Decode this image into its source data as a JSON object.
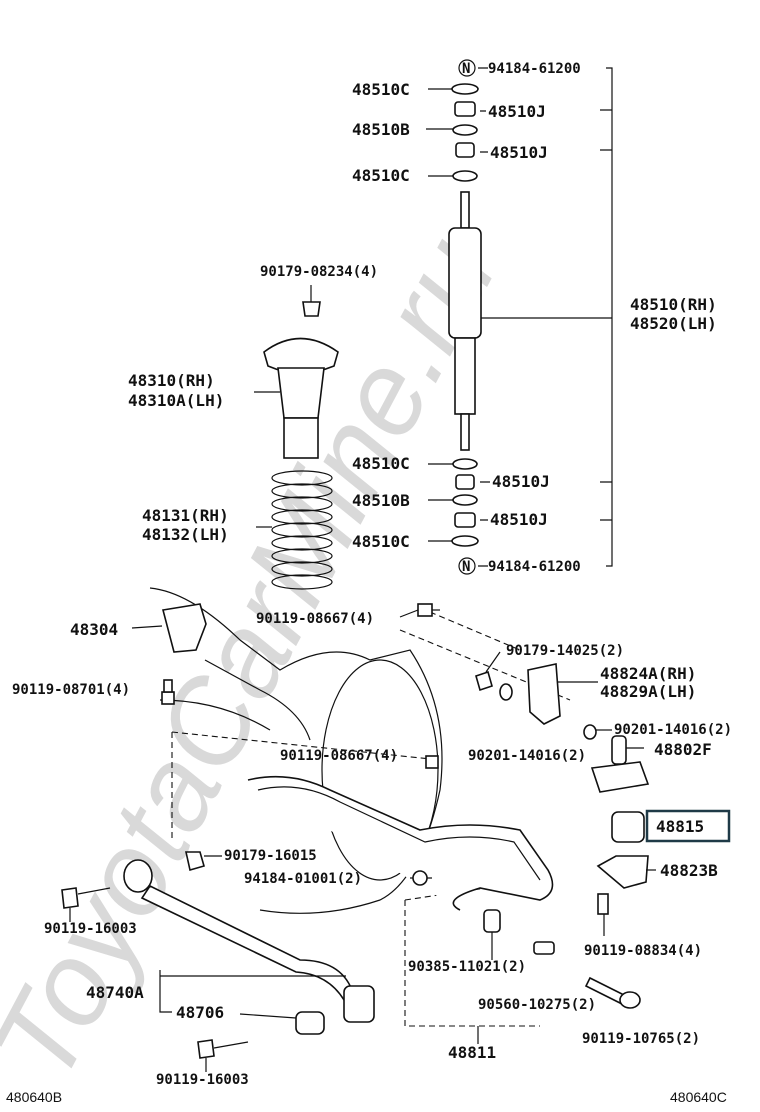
{
  "watermark": "ToyotaCarMine.ru",
  "corners": {
    "left": "480640B",
    "right": "480640C"
  },
  "labels": {
    "n_top": "N",
    "p94184_61200_top": "94184-61200",
    "p48510C_1": "48510C",
    "p48510J_1": "48510J",
    "p48510B_1": "48510B",
    "p48510J_2": "48510J",
    "p48510C_2": "48510C",
    "p90179_08234": "90179-08234(4)",
    "p48510_rh": "48510(RH)",
    "p48520_lh": "48520(LH)",
    "p48310_rh": "48310(RH)",
    "p48310A_lh": "48310A(LH)",
    "p48510C_3": "48510C",
    "p48510J_3": "48510J",
    "p48510B_2": "48510B",
    "p48131_rh": "48131(RH)",
    "p48132_lh": "48132(LH)",
    "p48510J_4": "48510J",
    "p48510C_4": "48510C",
    "n_bottom": "N",
    "p94184_61200_bottom": "94184-61200",
    "p48304": "48304",
    "p90119_08667_a": "90119-08667(4)",
    "p90179_14025": "90179-14025(2)",
    "p48824A_rh": "48824A(RH)",
    "p48829A_lh": "48829A(LH)",
    "p90119_08701": "90119-08701(4)",
    "p90201_14016_r": "90201-14016(2)",
    "p90119_08667_b": "90119-08667(4)",
    "p90201_14016_l": "90201-14016(2)",
    "p48802F": "48802F",
    "p48815": "48815",
    "p90179_16015": "90179-16015",
    "p94184_01001": "94184-01001(2)",
    "p48823B": "48823B",
    "p90119_16003_a": "90119-16003",
    "p90119_08834": "90119-08834(4)",
    "p90385_11021": "90385-11021(2)",
    "p48740A": "48740A",
    "p90560_10275": "90560-10275(2)",
    "p48706": "48706",
    "p90119_10765": "90119-10765(2)",
    "p48811": "48811",
    "p90119_16003_b": "90119-16003"
  },
  "highlight": {
    "part": "48815",
    "color": "#1f3a47"
  }
}
